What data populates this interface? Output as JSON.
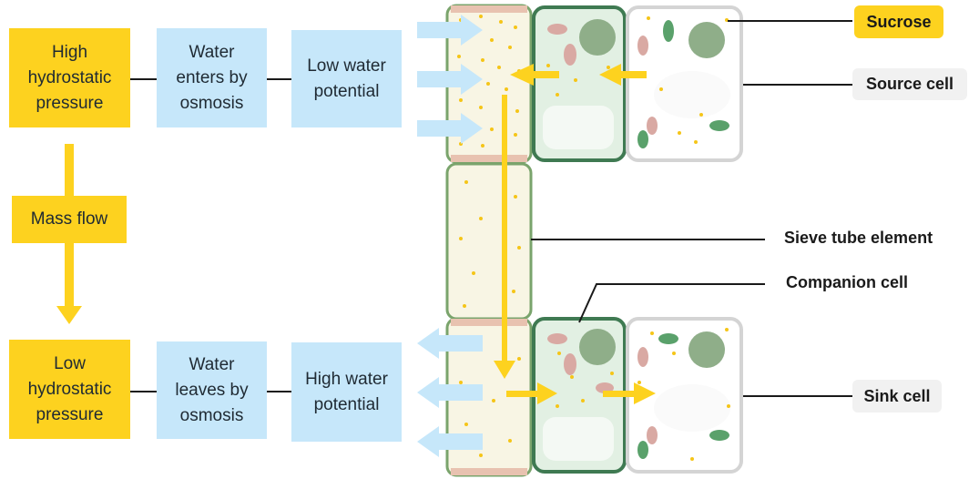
{
  "flowchart": {
    "source_pressure": "High hydrostatic pressure",
    "source_water": "Water enters by osmosis",
    "source_potential": "Low water potential",
    "mass_flow": "Mass flow",
    "sink_pressure": "Low hydrostatic pressure",
    "sink_water": "Water leaves by osmosis",
    "sink_potential": "High water potential"
  },
  "labels": {
    "sucrose": "Sucrose",
    "source_cell": "Source cell",
    "sieve_tube_element": "Sieve tube element",
    "companion_cell": "Companion cell",
    "sink_cell": "Sink cell"
  },
  "colors": {
    "yellow": "#fdd21f",
    "light_blue": "#c6e7fa",
    "companion_green": "#3f7a52",
    "sieve_wall": "#6f9a62",
    "sucrose_dot": "#f5c518"
  }
}
